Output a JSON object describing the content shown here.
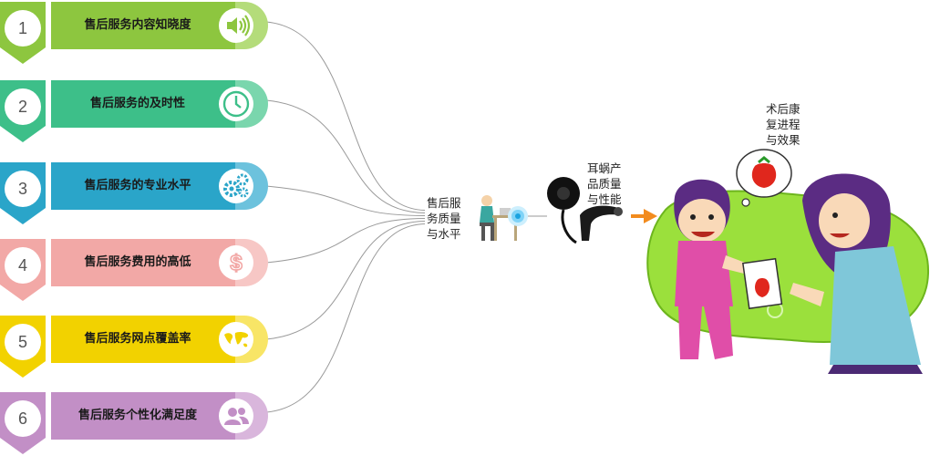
{
  "factors": [
    {
      "number": "1",
      "label": "售后服务内容知晓度",
      "color": "#8dc63f",
      "light": "#b4dc7a",
      "icon": "speaker-icon"
    },
    {
      "number": "2",
      "label": "售后服务的及时性",
      "color": "#3dbf89",
      "light": "#7ad6ad",
      "icon": "clock-icon"
    },
    {
      "number": "3",
      "label": "售后服务的专业水平",
      "color": "#2aa5c9",
      "light": "#6cc2dd",
      "icon": "gears-icon"
    },
    {
      "number": "4",
      "label": "售后服务费用的高低",
      "color": "#f2a8a6",
      "light": "#f7c7c5",
      "icon": "dollar-icon"
    },
    {
      "number": "5",
      "label": "售后服务网点覆盖率",
      "color": "#f2d200",
      "light": "#f8e566",
      "icon": "world-map-icon"
    },
    {
      "number": "6",
      "label": "售后服务个性化满足度",
      "color": "#c28fc6",
      "light": "#d9b6dc",
      "icon": "users-icon"
    }
  ],
  "center": {
    "service_label": "售后服务质量与水平",
    "service_lines": [
      "售后服",
      "务质量",
      "与水平"
    ],
    "product_lines": [
      "耳蜗产",
      "品质量",
      "与性能"
    ],
    "rehab_lines": [
      "术后康",
      "复进程",
      "与效果"
    ]
  },
  "colors": {
    "connector": "#9a9a9a",
    "arrow": "#f28b1e",
    "blob": "#9be03c"
  }
}
